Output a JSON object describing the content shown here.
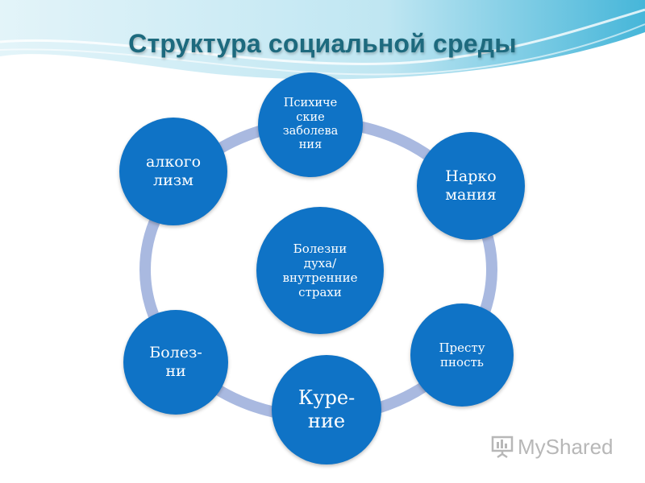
{
  "slide": {
    "title": "Структура социальной среды"
  },
  "diagram": {
    "center": {
      "label": "Болезни\nдуха/\nвнутренние\nстрахи"
    },
    "nodes": [
      {
        "label": "Психиче\nские\nзаболева\nния"
      },
      {
        "label": "Нарко\nмания"
      },
      {
        "label": "Престу\nпность"
      },
      {
        "label": "Куре-\nние"
      },
      {
        "label": "Болез-\nни"
      },
      {
        "label": "алкого\nлизм"
      }
    ]
  },
  "watermark": {
    "text": "MyShared"
  },
  "colors": {
    "node": "#0f73c6",
    "ring": "#a9b9e0",
    "title": "#1d6a7e"
  }
}
